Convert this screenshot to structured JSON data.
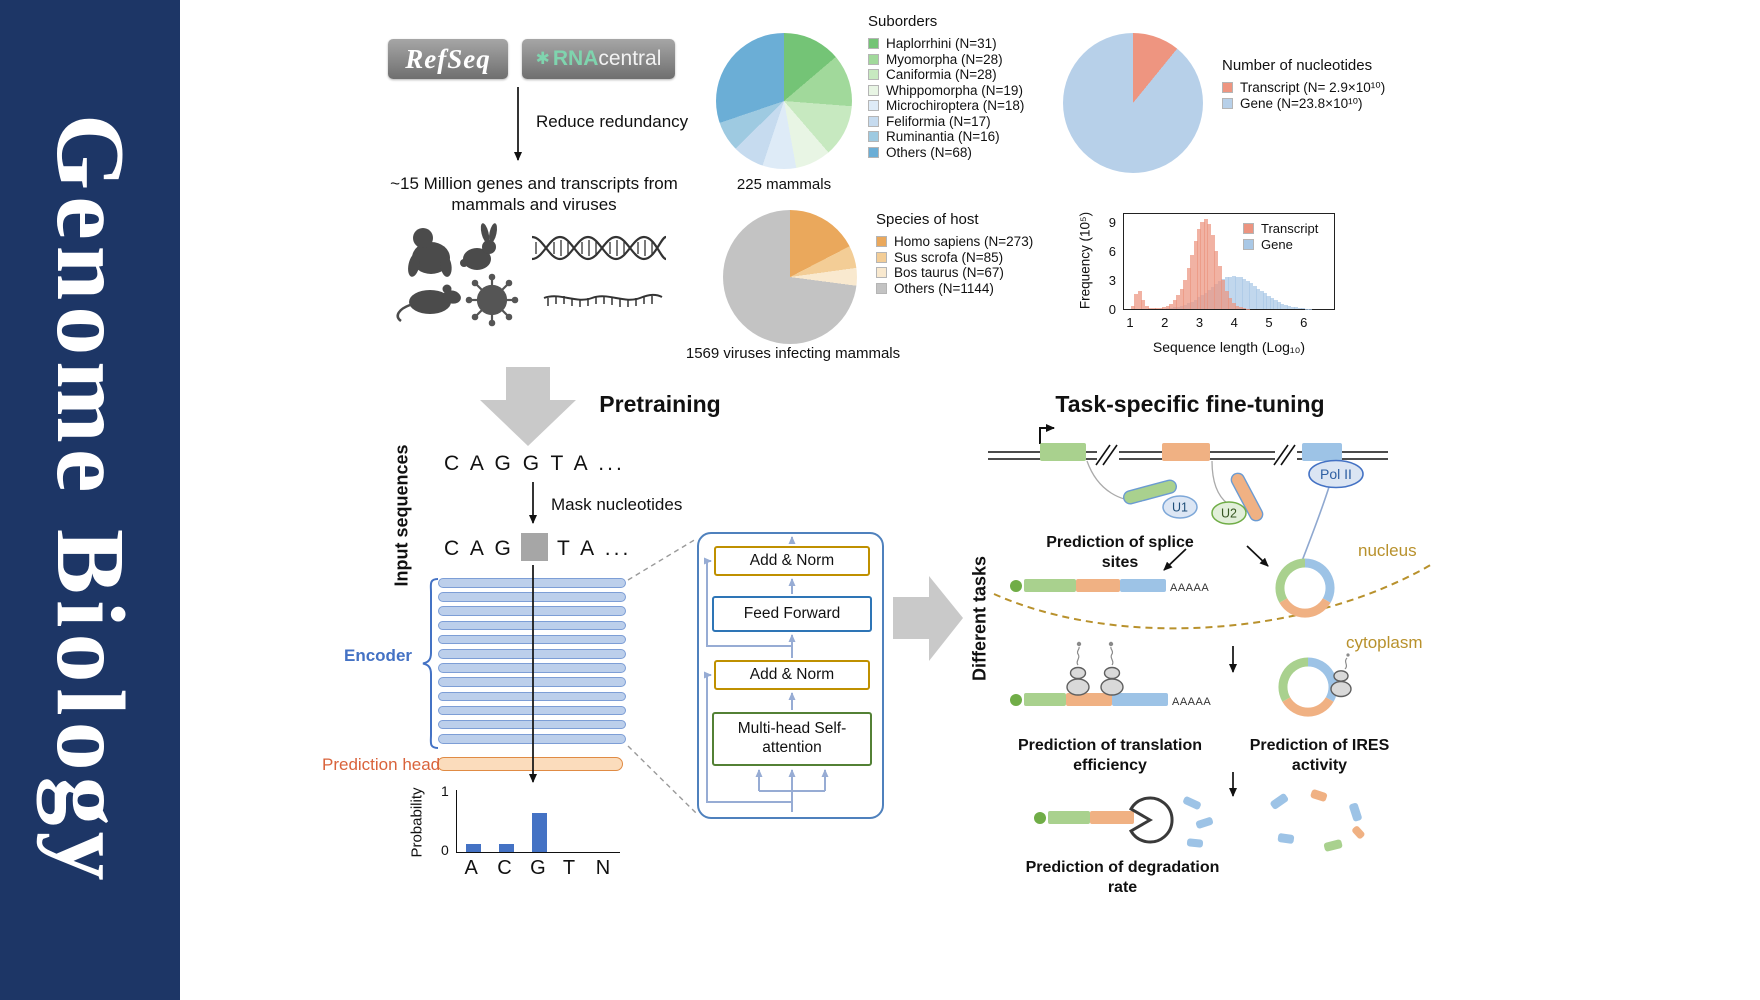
{
  "journal": {
    "name": "Genome Biology"
  },
  "logos": {
    "refseq": "RefSeq",
    "rnacentral_icon": "✱",
    "rnacentral_rna": "RNA",
    "rnacentral_central": "central"
  },
  "flow": {
    "reduce": "Reduce redundancy",
    "dataset_line1": "~15 Million genes and transcripts from",
    "dataset_line2": "mammals and viruses"
  },
  "chart_data": [
    {
      "type": "pie",
      "title": "Suborders",
      "caption": "225 mammals",
      "slices": [
        {
          "label": "Haplorrhini (N=31)",
          "value": 31,
          "color": "#74c476"
        },
        {
          "label": "Myomorpha (N=28)",
          "value": 28,
          "color": "#a1d99b"
        },
        {
          "label": "Caniformia (N=28)",
          "value": 28,
          "color": "#c7e9c0"
        },
        {
          "label": "Whippomorpha (N=19)",
          "value": 19,
          "color": "#e8f5e4"
        },
        {
          "label": "Microchiroptera (N=18)",
          "value": 18,
          "color": "#deebf7"
        },
        {
          "label": "Feliformia (N=17)",
          "value": 17,
          "color": "#c6dbef"
        },
        {
          "label": "Ruminantia (N=16)",
          "value": 16,
          "color": "#9ecae1"
        },
        {
          "label": "Others (N=68)",
          "value": 68,
          "color": "#6baed6"
        }
      ]
    },
    {
      "type": "pie",
      "title": "Number of nucleotides",
      "slices": [
        {
          "label": "Transcript (N= 2.9×10¹⁰)",
          "value": 2.9,
          "color": "#ee9580"
        },
        {
          "label": "Gene (N=23.8×10¹⁰)",
          "value": 23.8,
          "color": "#b7d0e9"
        }
      ]
    },
    {
      "type": "pie",
      "title": "Species of host",
      "caption": "1569 viruses infecting mammals",
      "slices": [
        {
          "label": "Homo sapiens (N=273)",
          "value": 273,
          "color": "#eaa85c"
        },
        {
          "label": "Sus scrofa (N=85)",
          "value": 85,
          "color": "#f3cd96"
        },
        {
          "label": "Bos taurus (N=67)",
          "value": 67,
          "color": "#f9e9cf"
        },
        {
          "label": "Others (N=1144)",
          "value": 1144,
          "color": "#c3c3c3"
        }
      ]
    },
    {
      "type": "histogram",
      "xlabel": "Sequence length (Log₁₀)",
      "ylabel": "Frequency (10⁵)",
      "xlim": [
        0.8,
        6.9
      ],
      "ylim": [
        0,
        10
      ],
      "xticks": [
        1,
        2,
        3,
        4,
        5,
        6
      ],
      "yticks": [
        0,
        3,
        6,
        9
      ],
      "legend_position": "top-right",
      "grid": false,
      "series": [
        {
          "name": "Gene",
          "color": "#a9c8e6",
          "start": 2.0,
          "step": 0.1,
          "heights": [
            0.1,
            0.15,
            0.2,
            0.25,
            0.35,
            0.45,
            0.6,
            0.75,
            0.95,
            1.2,
            1.45,
            1.7,
            2.0,
            2.3,
            2.6,
            2.85,
            3.1,
            3.25,
            3.35,
            3.4,
            3.35,
            3.25,
            3.1,
            2.9,
            2.65,
            2.4,
            2.1,
            1.85,
            1.6,
            1.35,
            1.1,
            0.9,
            0.72,
            0.56,
            0.43,
            0.32,
            0.24,
            0.17,
            0.12,
            0.08,
            0.05,
            0.03
          ]
        },
        {
          "name": "Transcript",
          "color": "#ec9480",
          "start": 1.0,
          "step": 0.1,
          "heights": [
            0.3,
            1.5,
            1.9,
            0.9,
            0.3,
            0.15,
            0.1,
            0.1,
            0.15,
            0.2,
            0.35,
            0.55,
            0.9,
            1.4,
            2.1,
            3.0,
            4.2,
            5.6,
            7.0,
            8.2,
            9.0,
            9.3,
            8.8,
            7.6,
            6.0,
            4.4,
            3.0,
            1.9,
            1.1,
            0.6,
            0.35,
            0.2,
            0.1,
            0.05
          ]
        }
      ]
    },
    {
      "type": "bar",
      "ylabel": "Probability",
      "categories": [
        "A",
        "C",
        "G",
        "T",
        "N"
      ],
      "values": [
        0.12,
        0.12,
        0.62,
        0,
        0
      ],
      "ylim": [
        0,
        1
      ],
      "yticks": [
        0,
        1
      ],
      "color": "#4472c4"
    }
  ],
  "pretraining": {
    "title": "Pretraining",
    "input_label": "Input sequences",
    "seq_unmasked": "C A G G T A ...",
    "mask_label": "Mask nucleotides",
    "seq_masked_left": "C A G",
    "seq_masked_right": "T A ...",
    "encoder_label": "Encoder",
    "encoder_layers": 12,
    "prediction_head_label": "Prediction head"
  },
  "transformer": {
    "add_norm_top": "Add & Norm",
    "feed_forward": "Feed Forward",
    "add_norm_bottom": "Add & Norm",
    "attention": "Multi-head Self-attention"
  },
  "finetuning": {
    "title": "Task-specific fine-tuning",
    "different_tasks_label": "Different tasks",
    "pol2": "Pol II",
    "u1": "U1",
    "u2": "U2",
    "nucleus": "nucleus",
    "cytoplasm": "cytoplasm",
    "polya": "AAAAA",
    "tasks": {
      "splice": "Prediction of splice sites",
      "translation": "Prediction of translation efficiency",
      "ires": "Prediction of IRES activity",
      "degradation": "Prediction of degradation rate"
    }
  },
  "palette": {
    "exon_green": "#a9d18e",
    "exon_orange": "#f0b183",
    "exon_blue": "#9dc3e6",
    "cap_green": "#70ad47",
    "accent_blue": "#4472c4",
    "gold": "#b8912c",
    "arrow_gray": "#c9c9c9",
    "silhouette": "#4b4b4b"
  }
}
